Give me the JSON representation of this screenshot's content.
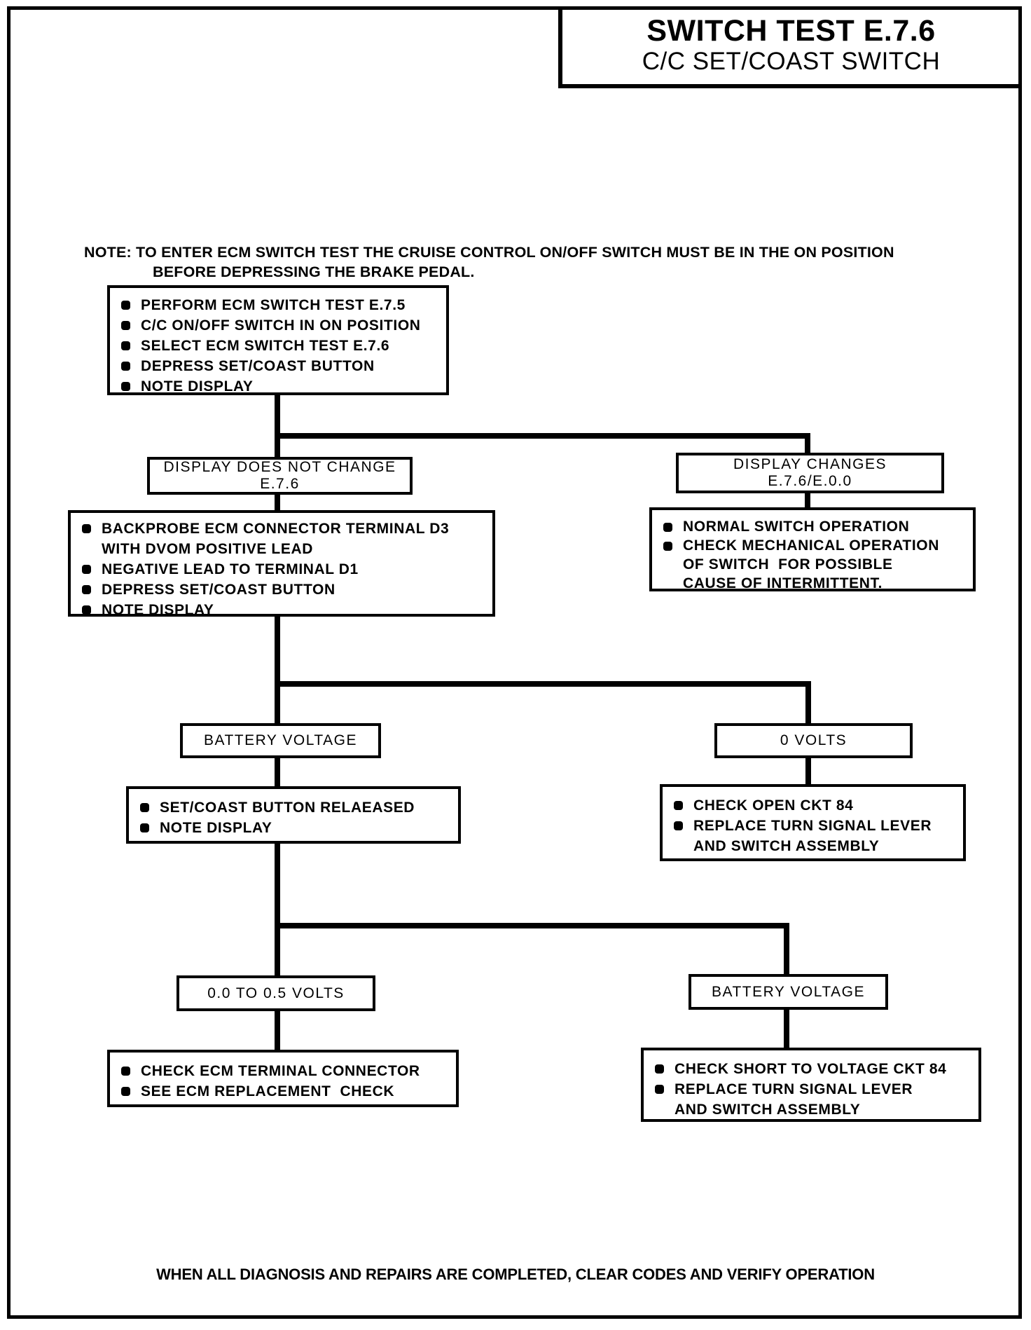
{
  "header": {
    "title": "SWITCH TEST E.7.6",
    "subtitle": "C/C SET/COAST SWITCH"
  },
  "note": {
    "line1": "NOTE: TO ENTER ECM SWITCH TEST THE CRUISE CONTROL ON/OFF SWITCH MUST BE IN THE ON POSITION",
    "line2": "BEFORE DEPRESSING THE BRAKE PEDAL."
  },
  "flowchart": {
    "start_box": {
      "items": [
        "PERFORM ECM SWITCH TEST E.7.5",
        "C/C ON/OFF SWITCH IN ON POSITION",
        "SELECT ECM SWITCH TEST E.7.6",
        "DEPRESS SET/COAST BUTTON",
        "NOTE DISPLAY"
      ]
    },
    "display_no_change": {
      "line1": "DISPLAY DOES NOT CHANGE",
      "line2": "E.7.6"
    },
    "display_changes": {
      "line1": "DISPLAY CHANGES",
      "line2": "E.7.6/E.0.0"
    },
    "backprobe_box": {
      "items": [
        "BACKPROBE ECM CONNECTOR TERMINAL D3\nWITH DVOM POSITIVE LEAD",
        "NEGATIVE LEAD TO TERMINAL D1",
        "DEPRESS SET/COAST BUTTON",
        "NOTE DISPLAY"
      ]
    },
    "normal_operation_box": {
      "items": [
        "NORMAL SWITCH OPERATION",
        "CHECK MECHANICAL OPERATION\nOF SWITCH  FOR POSSIBLE\nCAUSE OF INTERMITTENT."
      ]
    },
    "battery_voltage_left": "BATTERY VOLTAGE",
    "zero_volts": "0 VOLTS",
    "released_box": {
      "items": [
        "SET/COAST BUTTON RELAEASED",
        "NOTE DISPLAY"
      ]
    },
    "open_ckt_box": {
      "items": [
        "CHECK OPEN CKT 84",
        "REPLACE TURN SIGNAL LEVER\nAND SWITCH ASSEMBLY"
      ]
    },
    "low_volts": "0.0 TO 0.5 VOLTS",
    "battery_voltage_right": "BATTERY VOLTAGE",
    "ecm_check_box": {
      "items": [
        "CHECK ECM TERMINAL CONNECTOR",
        "SEE ECM REPLACEMENT  CHECK"
      ]
    },
    "short_ckt_box": {
      "items": [
        "CHECK SHORT TO VOLTAGE CKT 84",
        "REPLACE TURN SIGNAL LEVER\nAND SWITCH ASSEMBLY"
      ]
    }
  },
  "footer": "WHEN ALL DIAGNOSIS AND REPAIRS ARE COMPLETED, CLEAR CODES AND VERIFY OPERATION",
  "colors": {
    "ink": "#000000",
    "paper": "#ffffff"
  }
}
